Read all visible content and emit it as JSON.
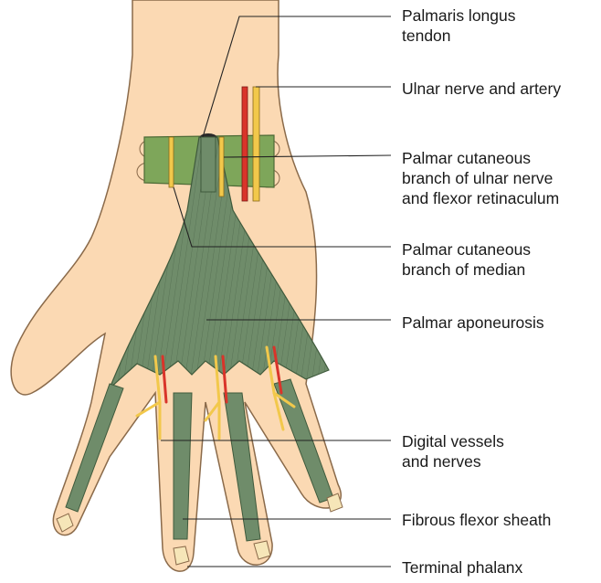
{
  "labels": {
    "palmaris_longus_tendon": "Palmaris longus\ntendon",
    "ulnar_nerve_and_artery": "Ulnar nerve and artery",
    "palmar_cutaneous_branch_ulnar": "Palmar cutaneous\nbranch of ulnar nerve\nand flexor retinaculum",
    "palmar_cutaneous_branch_median": "Palmar cutaneous\nbranch of median",
    "palmar_aponeurosis": "Palmar aponeurosis",
    "digital_vessels_and_nerves": "Digital vessels\nand nerves",
    "fibrous_flexor_sheath": "Fibrous flexor sheath",
    "terminal_phalanx": "Terminal phalanx"
  },
  "colors": {
    "skin": "#fbd9b3",
    "skin_outline": "#8a6a4a",
    "aponeurosis": "#6f8c6a",
    "retinaculum": "#7ea65a",
    "nerve": "#f2c84b",
    "artery": "#d9342a",
    "leader_line": "#222222",
    "text": "#1a1a1a"
  }
}
